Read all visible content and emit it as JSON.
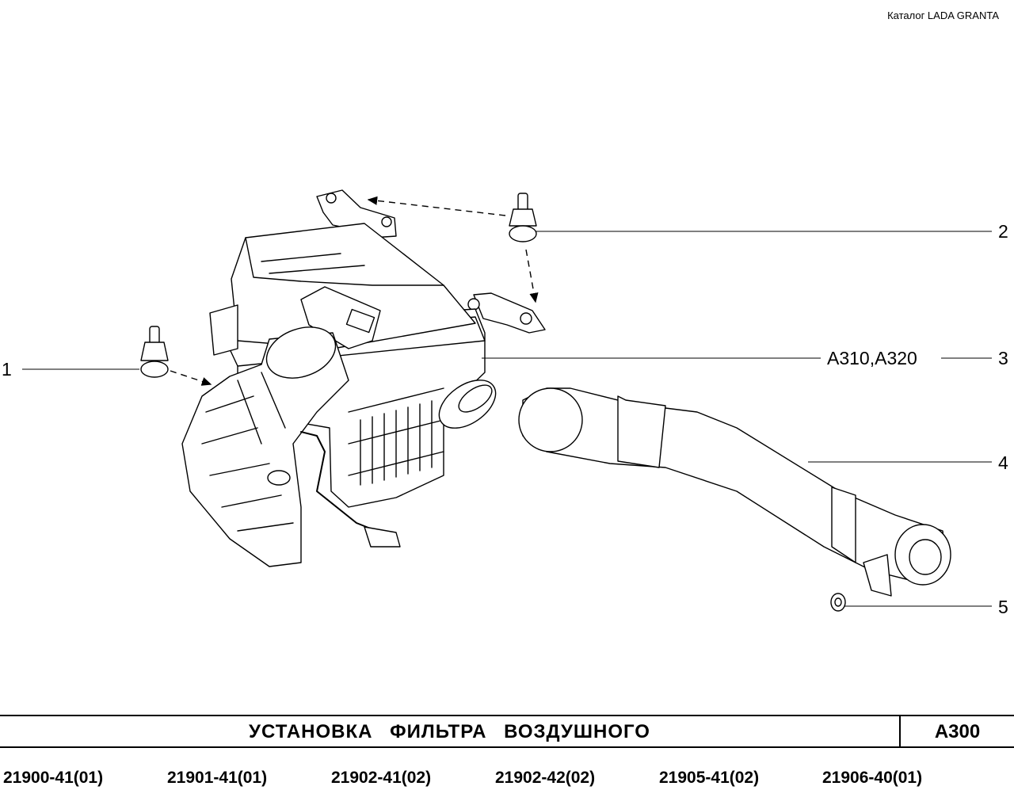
{
  "header": {
    "catalog": "Каталог LADA  GRANTA"
  },
  "callouts": [
    {
      "number": "1"
    },
    {
      "number": "2"
    },
    {
      "number": "3",
      "reference": "A310,A320"
    },
    {
      "number": "4"
    },
    {
      "number": "5"
    }
  ],
  "title_block": {
    "title": "УСТАНОВКА   ФИЛЬТРА   ВОЗДУШНОГО",
    "code": "A300"
  },
  "models": [
    "21900-41(01)",
    "21901-41(01)",
    "21902-41(02)",
    "21902-42(02)",
    "21905-41(02)",
    "21906-40(01)"
  ]
}
